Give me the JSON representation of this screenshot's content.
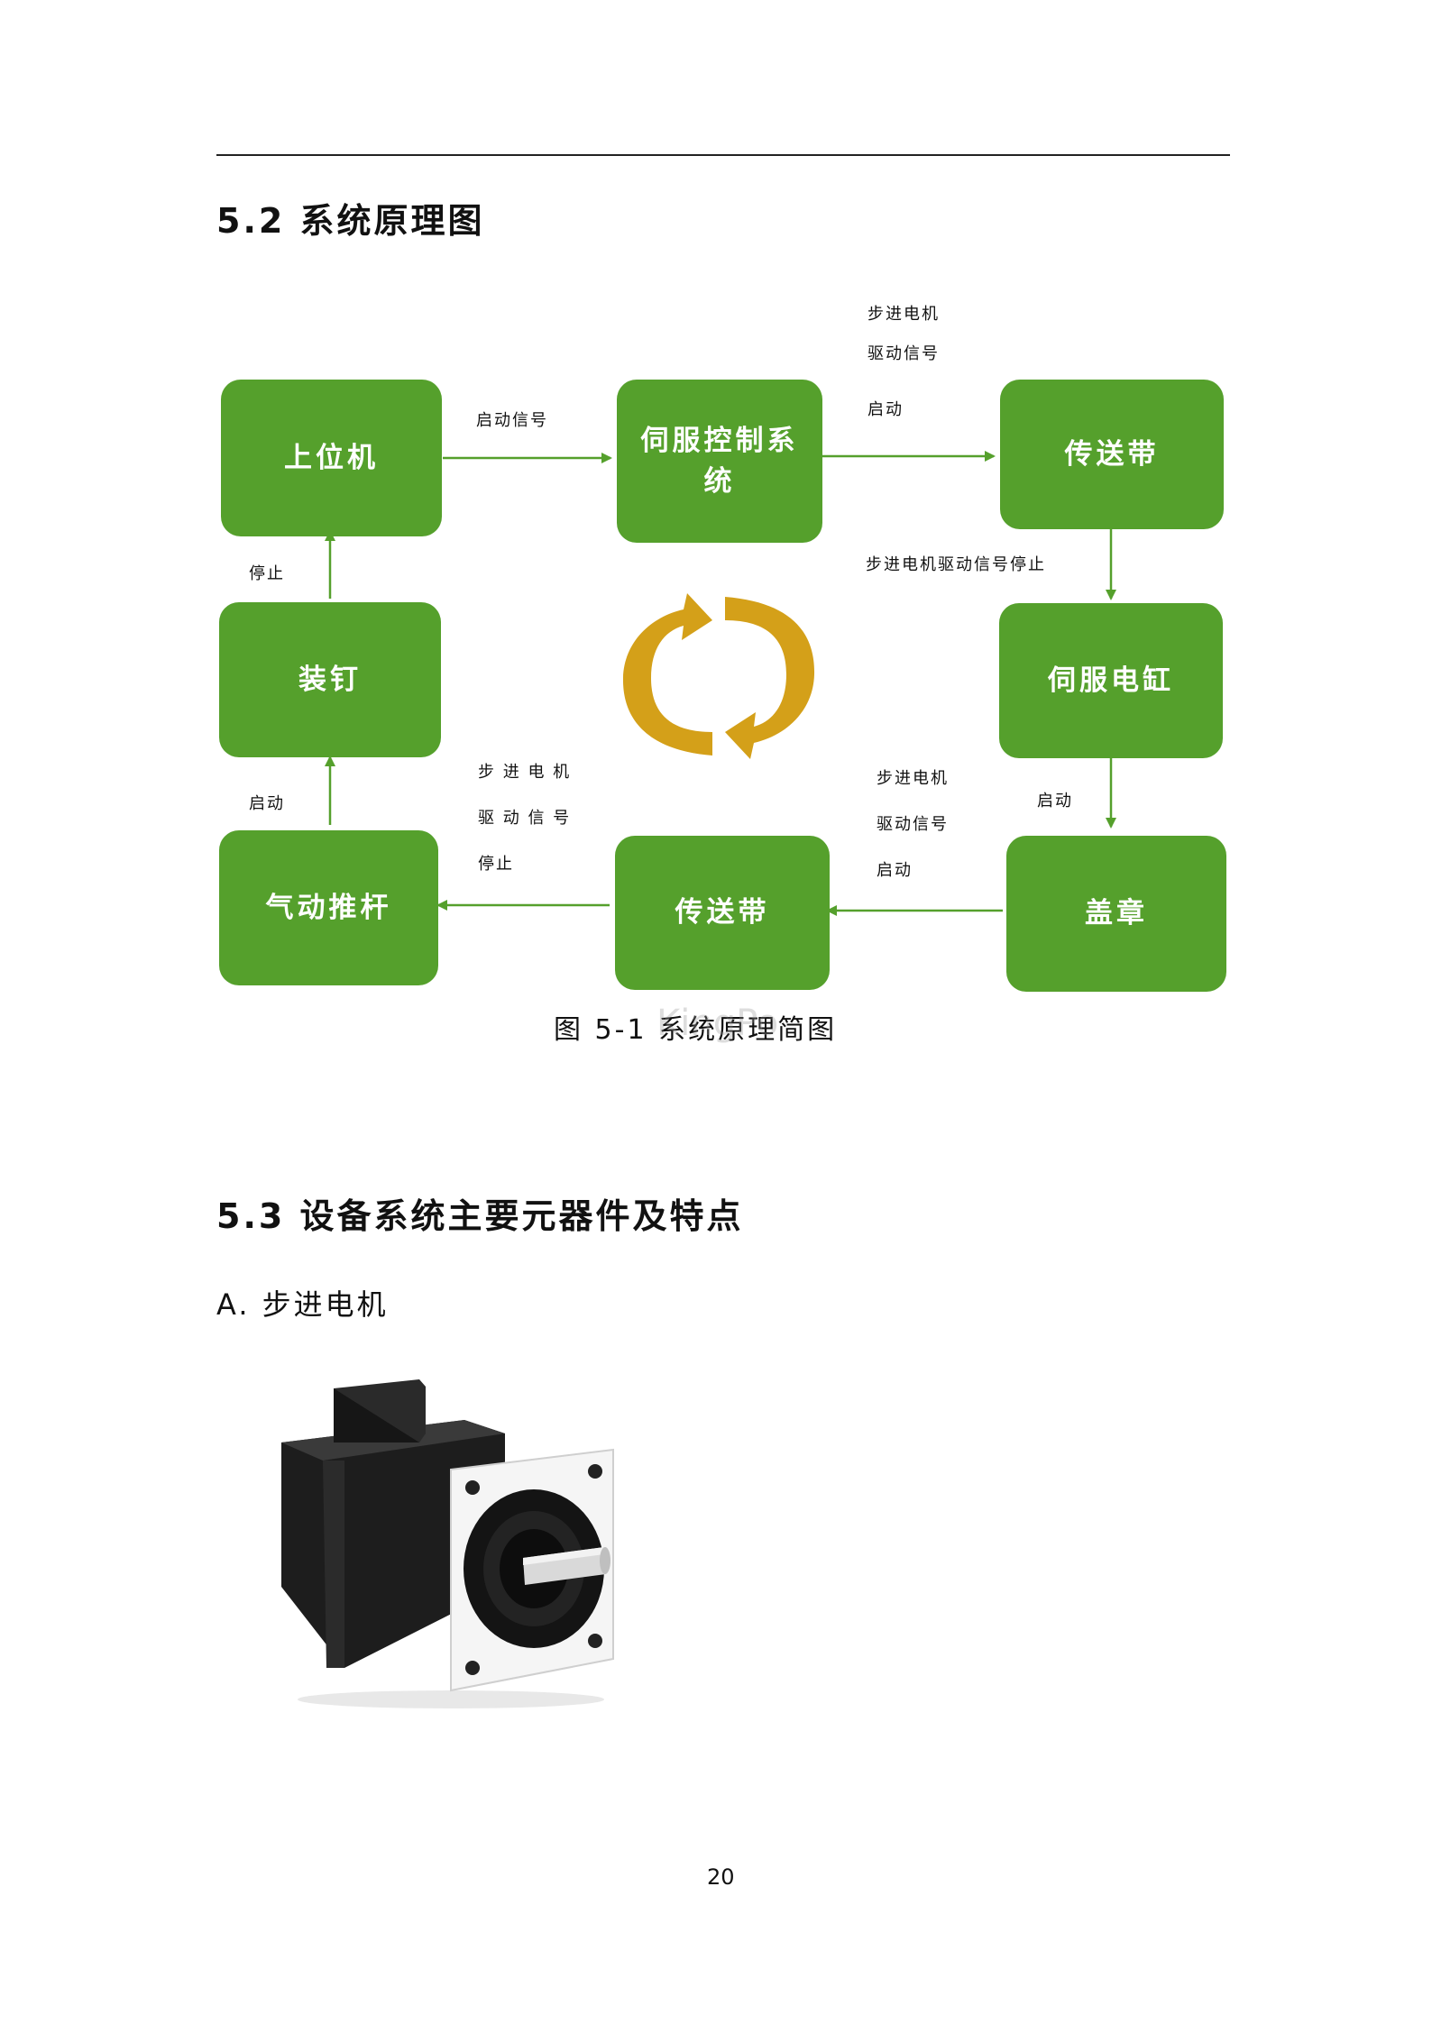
{
  "section_52": {
    "title": "5.2 系统原理图"
  },
  "diagram": {
    "nodes": {
      "host": "上位机",
      "servo_control": "伺服控制系统",
      "conveyor_top": "传送带",
      "servo_cylinder": "伺服电缸",
      "stamp": "盖章",
      "conveyor_bottom": "传送带",
      "pneumatic_rod": "气动推杆",
      "stapler": "装钉"
    },
    "labels": {
      "start_signal": "启动信号",
      "stepper_drive_start": [
        "步进电机",
        "驱动信号",
        "启动"
      ],
      "stepper_drive_stop": "步进电机驱动信号停止",
      "stop": "停止",
      "start_left": "启动",
      "stepper_drive_stop_mid": [
        "步 进 电 机",
        "驱 动 信 号",
        "停止"
      ],
      "stepper_drive_start_right": [
        "步进电机",
        "驱动信号",
        "启动"
      ],
      "start_right": "启动"
    },
    "caption": "图 5-1  系统原理简图",
    "watermark": "KingPo"
  },
  "section_53": {
    "title": "5.3  设备系统主要元器件及特点",
    "item_a": "A.  步进电机"
  },
  "page_number": "20"
}
